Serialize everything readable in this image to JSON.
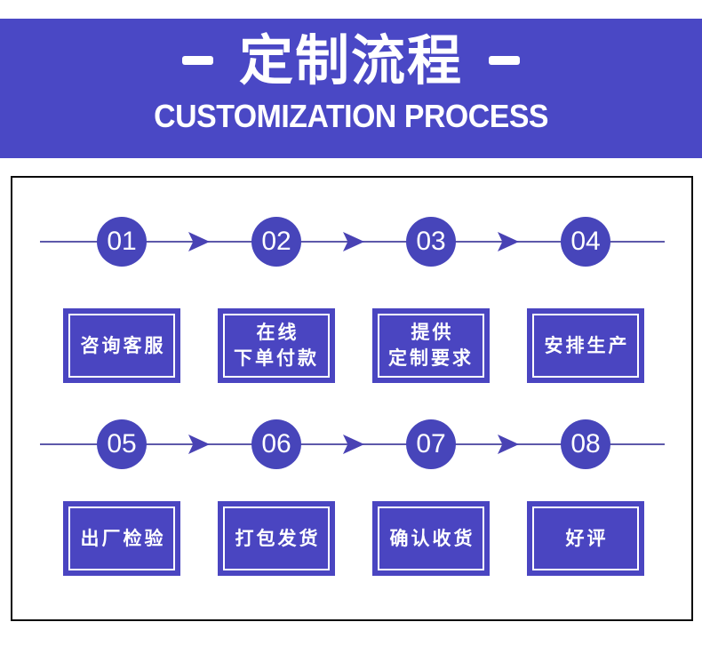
{
  "header": {
    "title": "定制流程",
    "subtitle": "CUSTOMIZATION PROCESS"
  },
  "steps": [
    {
      "number": "01",
      "label": "咨询客服"
    },
    {
      "number": "02",
      "label": "在线\n下单付款"
    },
    {
      "number": "03",
      "label": "提供\n定制要求"
    },
    {
      "number": "04",
      "label": "安排生产"
    },
    {
      "number": "05",
      "label": "出厂检验"
    },
    {
      "number": "06",
      "label": "打包发货"
    },
    {
      "number": "07",
      "label": "确认收货"
    },
    {
      "number": "08",
      "label": "好评"
    }
  ],
  "colors": {
    "banner_blue": "#4a48c5",
    "circle_blue": "#4745ba",
    "box_blue": "#4a45c1",
    "flow_line": "#5d59aa",
    "arrow_blue": "#4942b4",
    "panel_border": "#0a0a0a",
    "text_white": "#ffffff"
  }
}
